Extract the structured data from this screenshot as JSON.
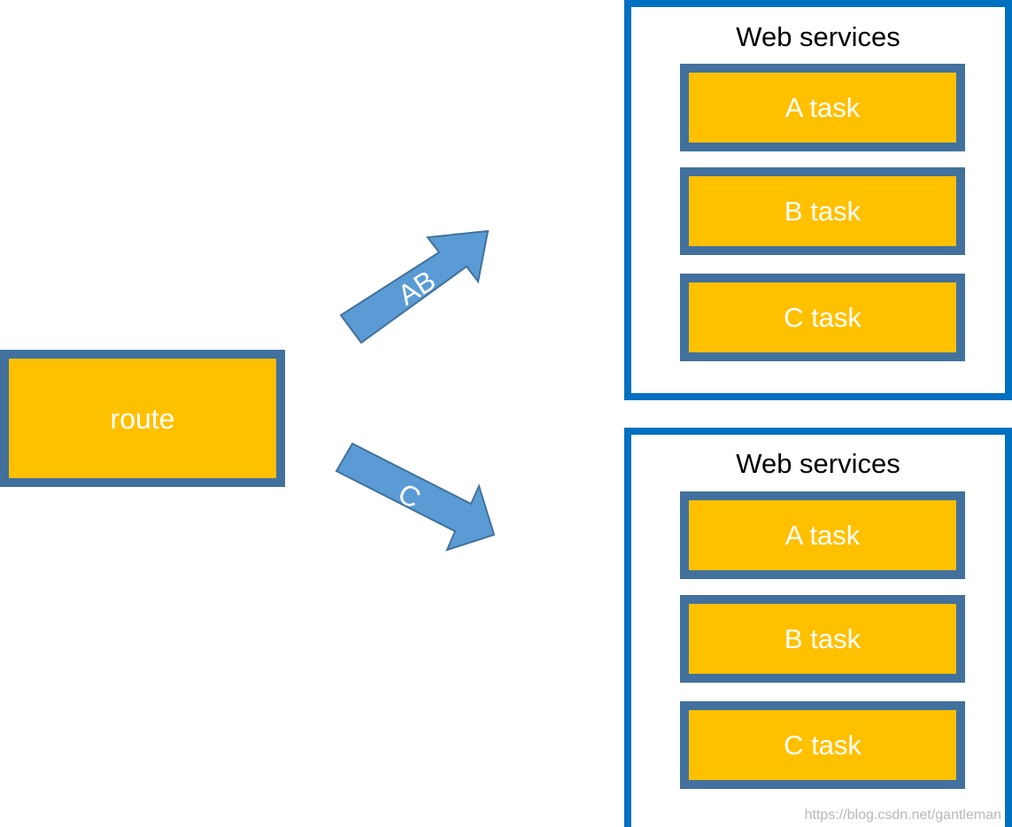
{
  "route": {
    "label": "route"
  },
  "arrows": {
    "upper_label": "AB",
    "lower_label": "C"
  },
  "services": [
    {
      "title": "Web services",
      "tasks": [
        "A task",
        "B task",
        "C task"
      ]
    },
    {
      "title": "Web services",
      "tasks": [
        "A task",
        "B task",
        "C task"
      ]
    }
  ],
  "watermark": "https://blog.csdn.net/gantleman",
  "colors": {
    "task_fill": "#FFC000",
    "task_border": "#41719C",
    "service_border": "#0070C0",
    "arrow_fill": "#5B9BD5",
    "arrow_stroke": "#41719C"
  }
}
